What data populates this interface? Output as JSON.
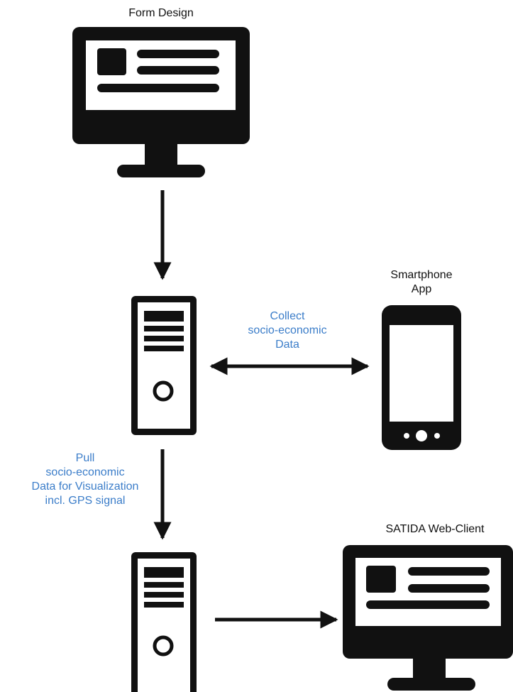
{
  "labels": {
    "form_design": "Form Design",
    "smartphone_line1": "Smartphone",
    "smartphone_line2": "App",
    "collect_line1": "Collect",
    "collect_line2": "socio-economic",
    "collect_line3": "Data",
    "pull_line1": "Pull",
    "pull_line2": "socio-economic",
    "pull_line3": "Data for Visualization",
    "pull_line4": "incl. GPS signal",
    "web_client": "SATIDA Web-Client"
  },
  "colors": {
    "icon": "#111111",
    "arrow": "#111111",
    "annotation": "#3b7dc9"
  },
  "icons": [
    "desktop-monitor-icon",
    "server-tower-icon",
    "smartphone-icon"
  ]
}
